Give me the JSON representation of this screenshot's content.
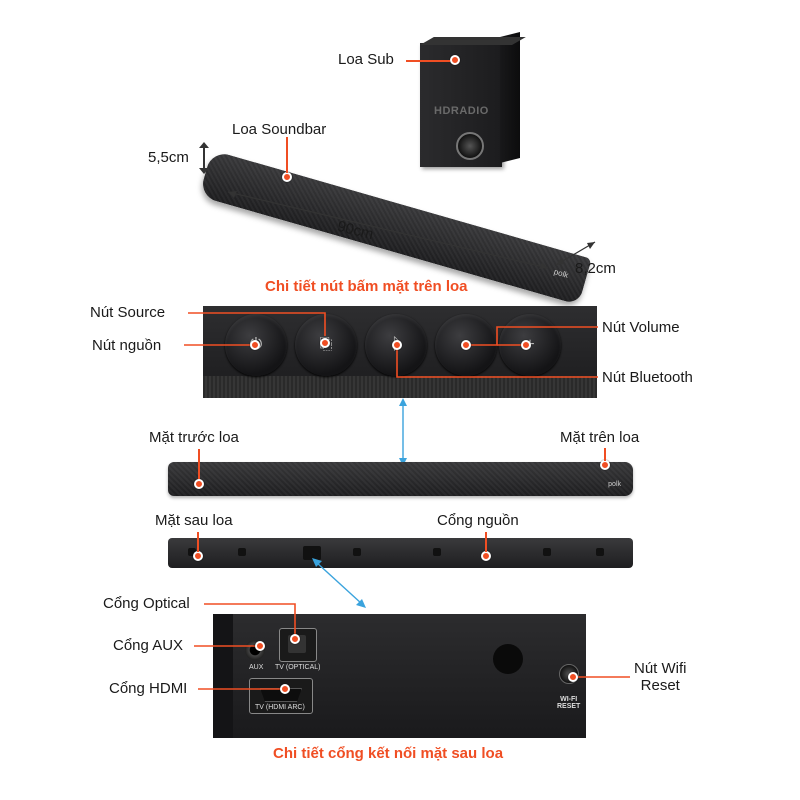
{
  "labels": {
    "sub": "Loa Sub",
    "soundbar": "Loa Soundbar",
    "height": "5,5cm",
    "width": "90cm",
    "depth": "8,2cm",
    "source": "Nút Source",
    "power": "Nút nguồn",
    "volume": "Nút Volume",
    "bluetooth": "Nút Bluetooth",
    "front": "Mặt trước loa",
    "top": "Mặt trên loa",
    "rear": "Mặt sau loa",
    "power_port": "Cổng nguồn",
    "optical": "Cổng Optical",
    "aux": "Cổng AUX",
    "hdmi": "Cổng HDMI",
    "wifi_reset": "Nút Wifi\nReset"
  },
  "headings": {
    "top_buttons": "Chi tiết nút bấm mặt trên loa",
    "rear_ports": "Chi tiết cổng kết nối mặt sau loa"
  },
  "device_text": {
    "brand": "polk",
    "watermark": "HDRADIO",
    "port_aux": "AUX",
    "port_optical": "TV (OPTICAL)",
    "port_hdmi": "TV (HDMI ARC)",
    "port_wifi": "WI-FI\nRESET"
  },
  "colors": {
    "accent": "#f04e23",
    "connector_blue": "#3aa3dd",
    "device_dark": "#2a2a2c"
  },
  "icons": [
    "power-icon",
    "source-icon",
    "bluetooth-icon",
    "volume-down-icon",
    "volume-up-icon"
  ]
}
